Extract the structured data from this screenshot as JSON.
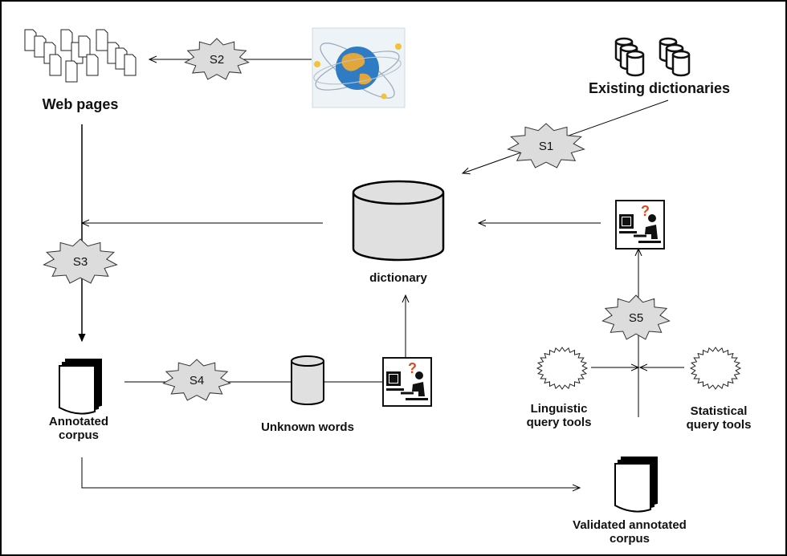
{
  "nodes": {
    "web_pages": "Web pages",
    "existing_dictionaries": "Existing dictionaries",
    "dictionary": "dictionary",
    "annotated_corpus": "Annotated corpus",
    "unknown_words": "Unknown words",
    "linguistic_query_tools": "Linguistic query tools",
    "statistical_query_tools": "Statistical query tools",
    "validated_annotated_corpus": "Validated annotated corpus"
  },
  "steps": {
    "s1": "S1",
    "s2": "S2",
    "s3": "S3",
    "s4": "S4",
    "s5": "S5"
  },
  "icons": {
    "document": "document-stack-icon",
    "database": "database-icon",
    "globe": "globe-icon",
    "user": "user-at-computer-icon",
    "tool": "query-tool-icon"
  },
  "colors": {
    "border": "#000000",
    "star_fill": "#dcdcdc",
    "cylinder_fill": "#e0e0e0",
    "line": "#000000"
  }
}
